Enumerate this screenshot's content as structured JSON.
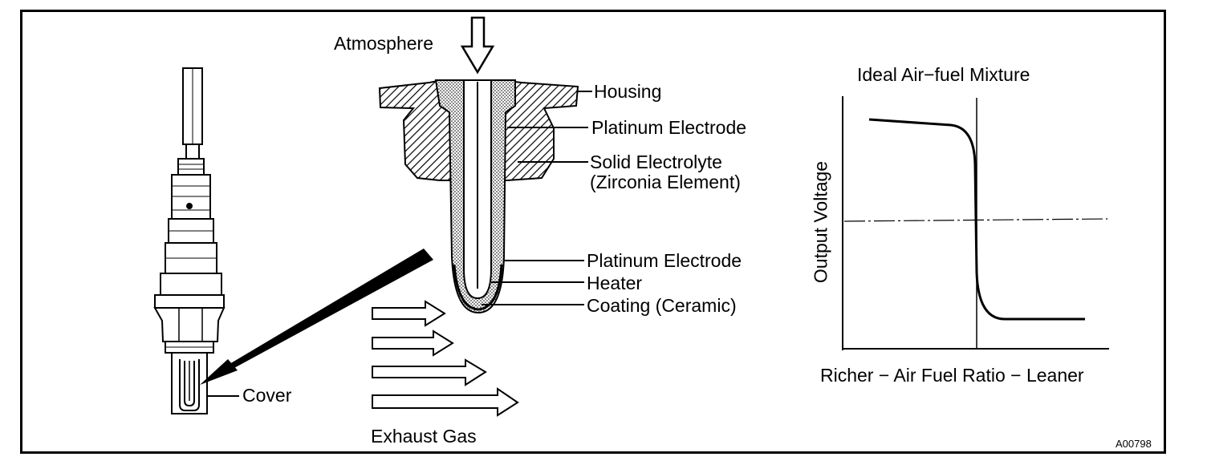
{
  "labels": {
    "atmosphere": "Atmosphere",
    "housing": "Housing",
    "platinum_electrode_top": "Platinum Electrode",
    "solid_electrolyte": "Solid Electrolyte",
    "zirconia_element": "(Zirconia Element)",
    "platinum_electrode_bottom": "Platinum Electrode",
    "heater": "Heater",
    "coating": "Coating (Ceramic)",
    "cover": "Cover",
    "exhaust_gas": "Exhaust Gas"
  },
  "graph": {
    "title": "Ideal Air−fuel Mixture",
    "ylabel": "Output Voltage",
    "xlabel": "Richer − Air Fuel Ratio − Leaner"
  },
  "figure_ref": "A00798",
  "colors": {
    "line": "#000000",
    "background": "#ffffff"
  }
}
